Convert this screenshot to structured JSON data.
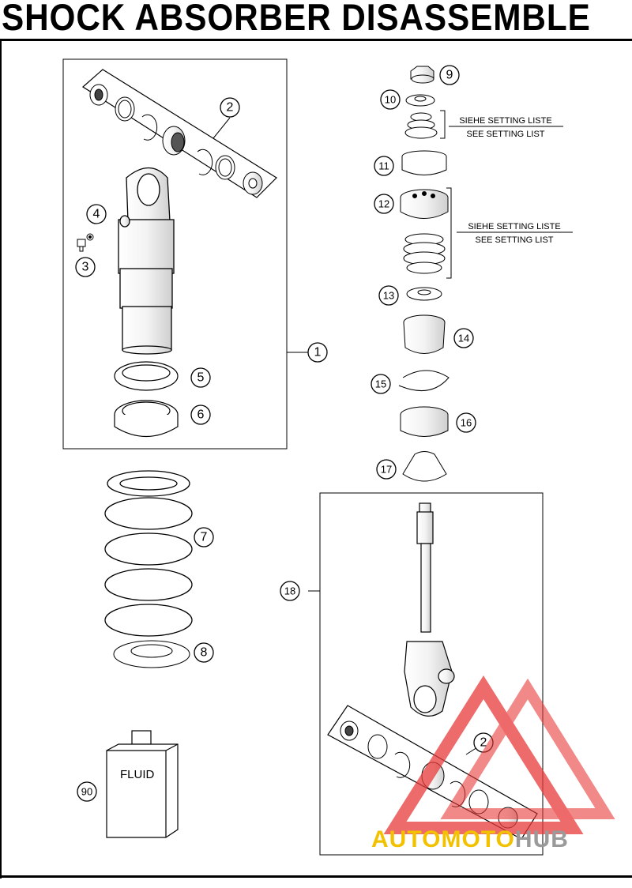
{
  "title": "SHOCK ABSORBER DISASSEMBLE",
  "callouts": {
    "c1": "1",
    "c2a": "2",
    "c2b": "2",
    "c3": "3",
    "c4": "4",
    "c5": "5",
    "c6": "6",
    "c7": "7",
    "c8": "8",
    "c9": "9",
    "c10": "10",
    "c11": "11",
    "c12": "12",
    "c13": "13",
    "c14": "14",
    "c15": "15",
    "c16": "16",
    "c17": "17",
    "c18": "18",
    "c90": "90"
  },
  "notes": {
    "note1_de": "SIEHE SETTING LISTE",
    "note1_en": "SEE SETTING LIST",
    "note2_de": "SIEHE SETTING LISTE",
    "note2_en": "SEE SETTING LIST"
  },
  "fluid_label": "FLUID",
  "watermark": {
    "part1": "AUTOMOTO",
    "part2": "HUB",
    "color1": "#f2c200",
    "color2": "#9a9a9a",
    "logo_color": "#e83a3a"
  }
}
